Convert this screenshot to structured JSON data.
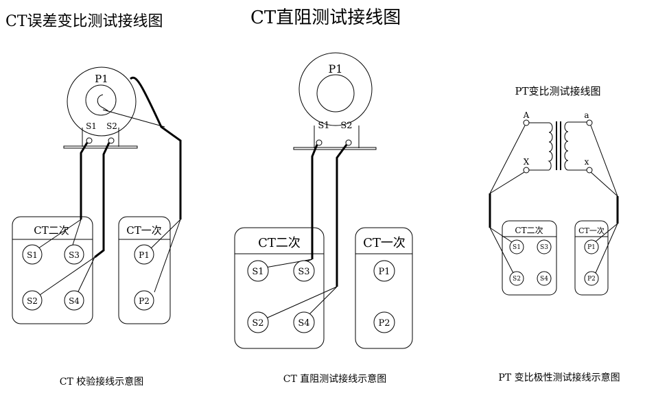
{
  "titles": {
    "ct_ratio": "CT误差变比测试接线图",
    "ct_resistance": "CT直阻测试接线图",
    "pt_ratio": "PT变比测试接线图"
  },
  "captions": {
    "ct_check": "CT 校验接线示意图",
    "ct_resistance": "CT 直阻测试接线示意图",
    "pt_polarity": "PT 变比极性测试接线示意图"
  },
  "labels": {
    "P1": "P1",
    "P2": "P2",
    "S1": "S1",
    "S2": "S2",
    "S3": "S3",
    "S4": "S4",
    "A": "A",
    "X": "X",
    "a": "a",
    "x": "x",
    "ct_secondary": "CT二次",
    "ct_primary": "CT一次"
  }
}
